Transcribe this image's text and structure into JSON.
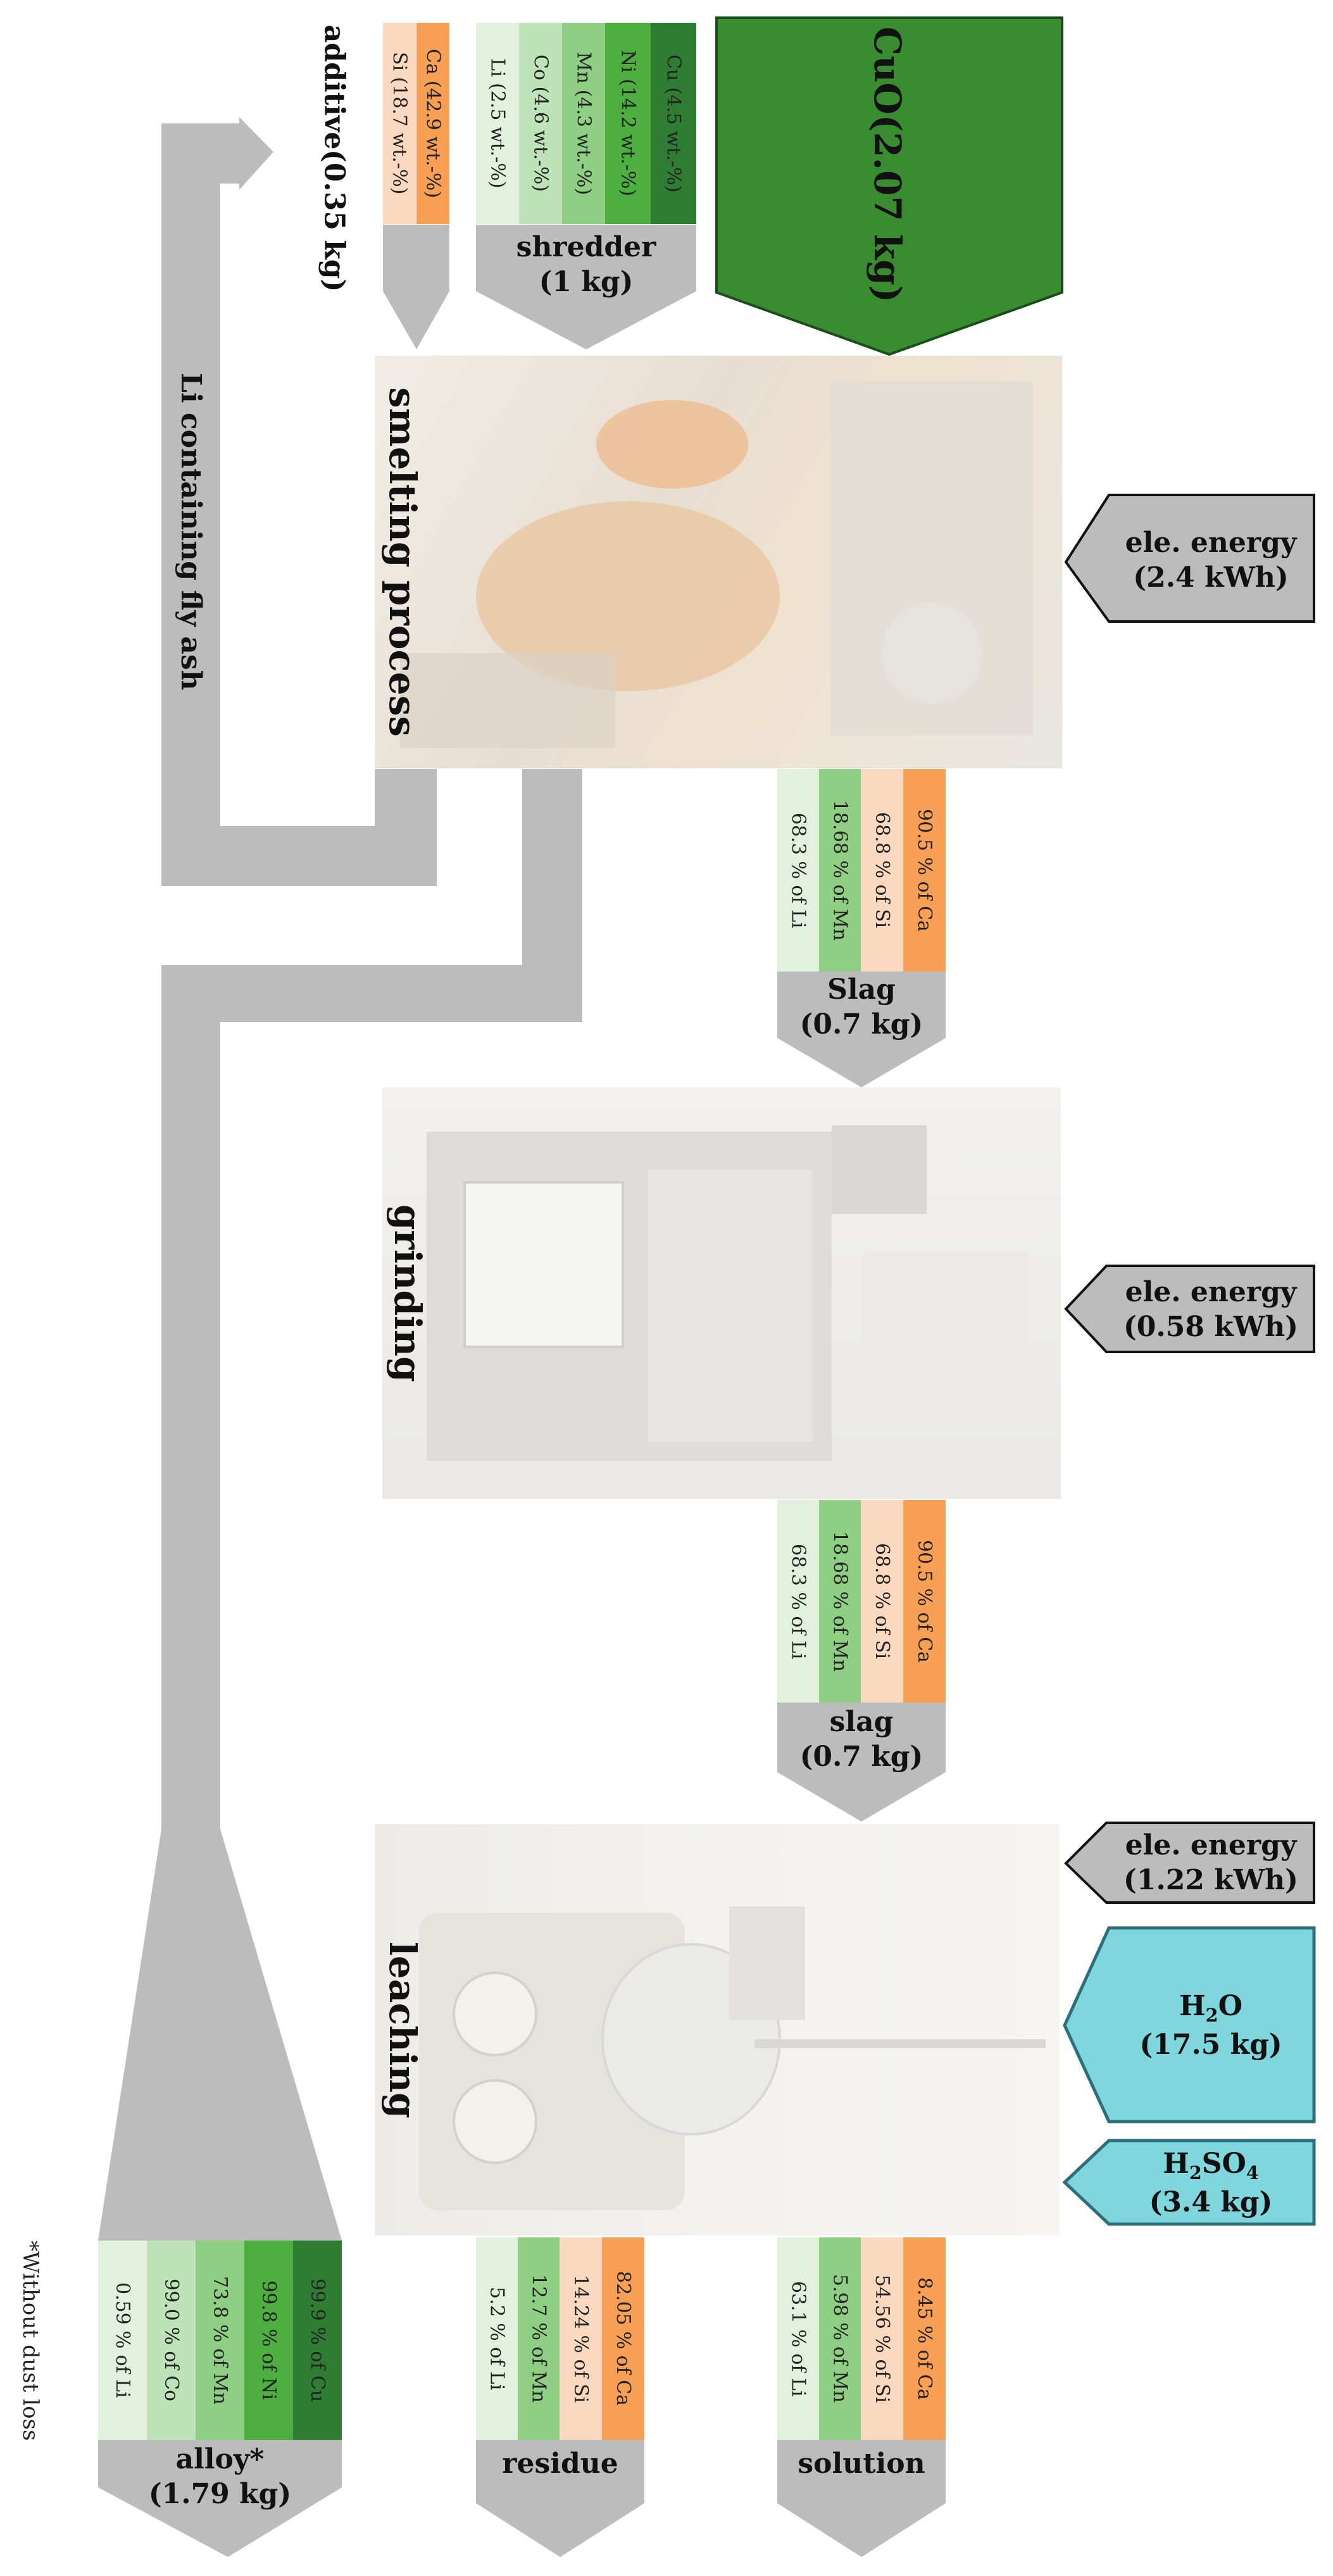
{
  "colors": {
    "flow_gray": "#bcbcbc",
    "photo_bg": "#ecebe7",
    "cu_green": "#2f7d32",
    "cuo_green": "#3a8c30",
    "ni_green": "#4caf3f",
    "mn_green": "#8fcf84",
    "co_green": "#bfe3b8",
    "li_green": "#e2f1de",
    "ca_orange": "#f7a055",
    "si_peach": "#fbd9c0",
    "teal": "#7fd6dc",
    "teal_border": "#2a6f79"
  },
  "inputs": {
    "additive": {
      "label": "additive",
      "amount": "(0.35 kg)",
      "si": "Si (18.7 wt.-%)",
      "ca": "Ca (42.9 wt.-%)"
    },
    "shredder": {
      "label": "shredder",
      "amount": "(1 kg)",
      "li": "Li (2.5 wt.-%)",
      "co": "Co (4.6 wt.-%)",
      "mn": "Mn (4.3 wt.-%)",
      "ni": "Ni (14.2 wt.-%)",
      "cu": "Cu (4.5 wt.-%)"
    },
    "cuo": {
      "label": "CuO",
      "amount": "(2.07 kg)"
    }
  },
  "processes": {
    "smelting": "smelting process",
    "grinding": "grinding",
    "leaching": "leaching"
  },
  "fly_ash": "Li containing fly ash",
  "energy": {
    "smelting": {
      "label": "ele. energy",
      "amount": "(2.4 kWh)"
    },
    "grinding": {
      "label": "ele. energy",
      "amount": "(0.58 kWh)"
    },
    "leaching": {
      "label": "ele. energy",
      "amount": "(1.22 kWh)"
    }
  },
  "reagents": {
    "h2o": {
      "main": "H",
      "sub": "2",
      "rest": "O",
      "amount": "(17.5 kg)"
    },
    "h2so4": {
      "main": "H",
      "sub1": "2",
      "mid": "SO",
      "sub2": "4",
      "amount": "(3.4 kg)"
    }
  },
  "slag1": {
    "label": "Slag",
    "amount": "(0.7 kg)",
    "li": "68.3 % of Li",
    "mn": "18.68 % of Mn",
    "si": "68.8 % of Si",
    "ca": "90.5 % of Ca"
  },
  "slag2": {
    "label": "slag",
    "amount": "(0.7 kg)",
    "li": "68.3 % of Li",
    "mn": "18.68 % of Mn",
    "si": "68.8 % of Si",
    "ca": "90.5 % of Ca"
  },
  "alloy": {
    "label": "alloy*",
    "amount": "(1.79 kg)",
    "li": "0.59 % of Li",
    "co": "99.0 % of Co",
    "mn": "73.8 % of Mn",
    "ni": "99.8 % of Ni",
    "cu": "99.9 % of Cu"
  },
  "residue": {
    "label": "residue",
    "li": "5.2 % of Li",
    "mn": "12.7 % of Mn",
    "si": "14.24 % of Si",
    "ca": "82.05 % of Ca"
  },
  "solution": {
    "label": "solution",
    "li": "63.1 % of Li",
    "mn": "5.98 % of Mn",
    "si": "54.56 % of Si",
    "ca": "8.45 % of Ca"
  },
  "footnote": "*Without dust loss"
}
